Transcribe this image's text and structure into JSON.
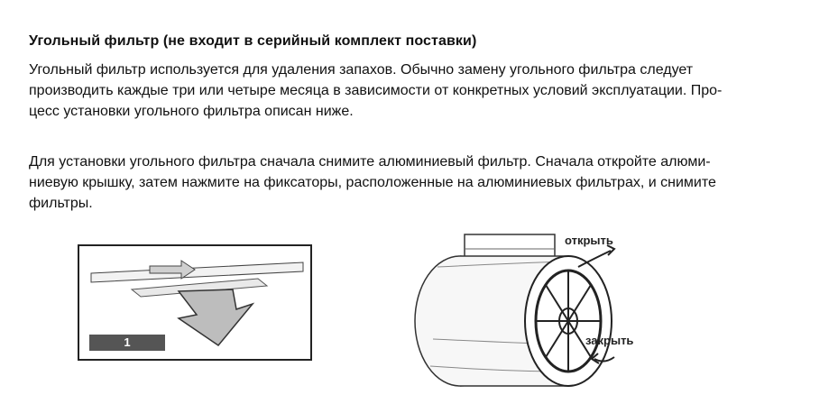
{
  "section": {
    "heading": "Угольный фильтр (не входит в серийный комплект поставки)",
    "paragraph1_lines": [
      "Угольный фильтр используется для удаления запахов. Обычно замену угольного фильтра следует",
      "производить каждые три или четыре месяца в зависимости от конкретных условий эксплуатации. Про-",
      "цесс установки угольного фильтра описан ниже."
    ],
    "paragraph2_lines": [
      "Для установки угольного фильтра сначала снимите алюминиевый фильтр. Сначала откройте алюми-",
      "ниевую крышку, затем нажмите на фиксаторы, расположенные на алюминиевых фильтрах, и снимите",
      "фильтры."
    ]
  },
  "figure1": {
    "step_number": "1",
    "icon": "filter-removal-arrow-icon"
  },
  "figure2": {
    "label_open": "открыть",
    "label_close": "закрыть",
    "icon": "motor-housing-icon"
  }
}
